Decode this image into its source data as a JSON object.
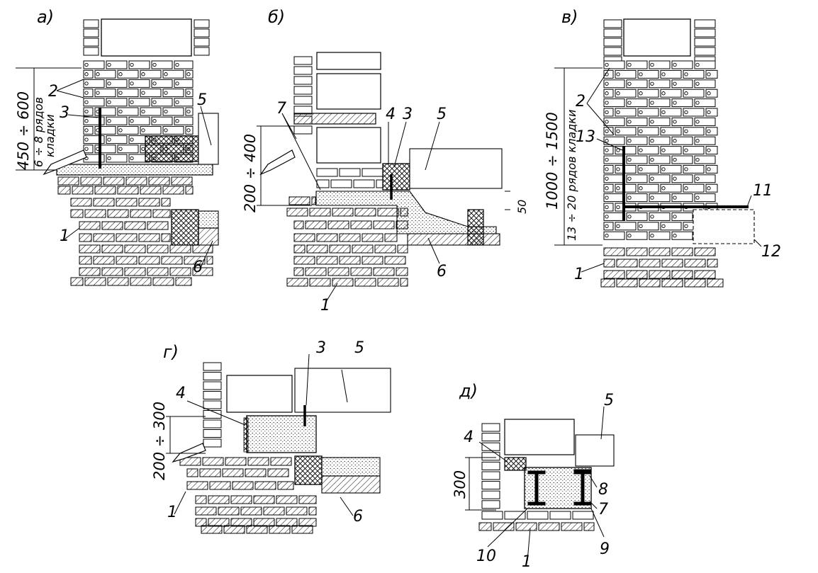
{
  "panels": {
    "a": {
      "letter": "а)",
      "dim_main": "450 ÷ 600",
      "dim_rows_1": "6 ÷ 8 рядов",
      "dim_rows_2": "кладки",
      "callouts": [
        "2",
        "3",
        "5",
        "1",
        "6"
      ]
    },
    "b": {
      "letter": "б)",
      "dim_main": "200 ÷ 400",
      "dim_side": "50",
      "callouts": [
        "7",
        "4",
        "3",
        "5",
        "6",
        "1"
      ]
    },
    "v": {
      "letter": "в)",
      "dim_main": "1000 ÷ 1500",
      "dim_rows": "13 ÷ 20 рядов кладки",
      "callouts": [
        "2",
        "13",
        "11",
        "12",
        "1"
      ]
    },
    "g": {
      "letter": "г)",
      "dim_main": "200 ÷ 300",
      "callouts": [
        "3",
        "5",
        "4",
        "1",
        "6"
      ]
    },
    "d": {
      "letter": "д)",
      "dim_main": "300",
      "callouts": [
        "5",
        "4",
        "8",
        "7",
        "9",
        "10",
        "1"
      ]
    }
  }
}
